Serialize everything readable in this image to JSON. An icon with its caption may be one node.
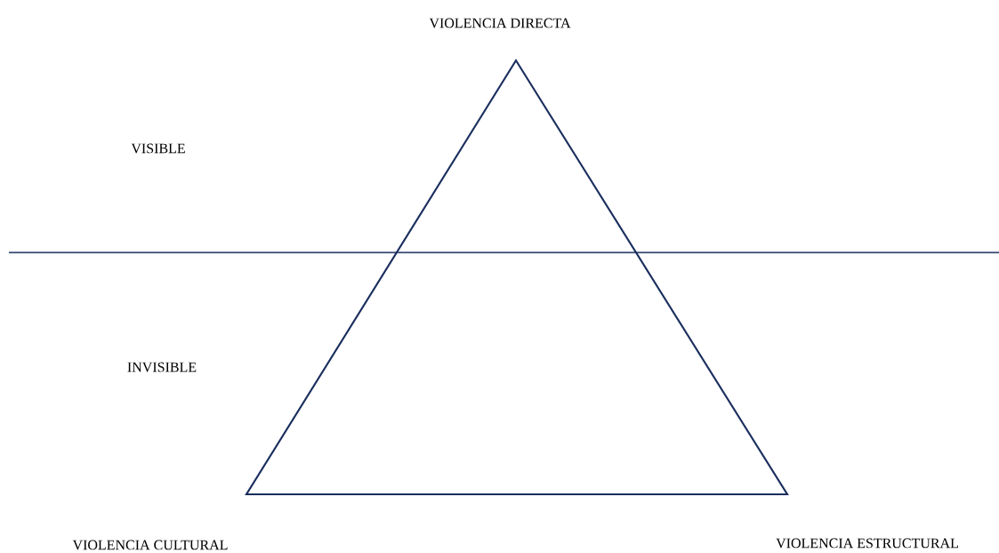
{
  "diagram": {
    "labels": [
      "VIOLENCIA DIRECTA",
      "VISIBLE",
      "INVISIBLE",
      "VIOLENCIA CULTURAL",
      "VIOLENCIA ESTRUCTURAL"
    ]
  }
}
